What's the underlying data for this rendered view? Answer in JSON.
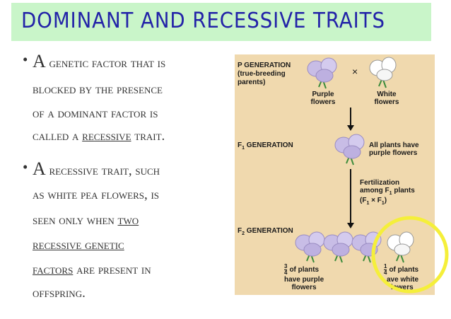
{
  "title": "DOMINANT AND RECESSIVE TRAITS",
  "bullets": [
    {
      "lines": [
        [
          "A genetic factor that is"
        ],
        [
          "blocked by the presence"
        ],
        [
          "of a dominant factor is"
        ],
        [
          "called a ",
          "recessive",
          " trait."
        ]
      ]
    },
    {
      "lines": [
        [
          "A recessive trait, such"
        ],
        [
          "as white pea flowers, is"
        ],
        [
          "seen only when ",
          "two"
        ],
        [
          "recessive genetic"
        ],
        [
          "factors",
          " are present in"
        ],
        [
          "offspring."
        ]
      ]
    }
  ],
  "figure": {
    "p_generation": "P GENERATION",
    "p_sub": "(true-breeding",
    "p_sub2": "parents)",
    "times": "×",
    "purple_flowers_1": "Purple",
    "purple_flowers_2": "flowers",
    "white_flowers_1": "White",
    "white_flowers_2": "flowers",
    "f1_generation_pre": "F",
    "f1_generation_sub": "1",
    "f1_generation_post": " GENERATION",
    "all_plants_1": "All plants have",
    "all_plants_2": "purple flowers",
    "fert_1": "Fertilization",
    "fert_2_pre": "among F",
    "fert_2_sub": "1",
    "fert_2_post": " plants",
    "fert_3": "(F",
    "fert_3_sub": "1",
    "fert_3_mid": " × F",
    "fert_3_sub2": "1",
    "fert_3_end": ")",
    "f2_generation_pre": "F",
    "f2_generation_sub": "2",
    "f2_generation_post": " GENERATION",
    "three_fourths_num": "3",
    "three_fourths_den": "4",
    "purple_result_1": "of plants",
    "purple_result_2": "have purple",
    "purple_result_3": "flowers",
    "one_fourth_num": "1",
    "one_fourth_den": "4",
    "white_result_1": "of plants",
    "white_result_2": "ave white",
    "white_result_3": "lowers",
    "colors": {
      "purple_flower": "#c8bde6",
      "white_flower": "#ffffff",
      "leaf": "#3c8c3c",
      "highlight_circle": "#f5ef3a",
      "panel_bg": "#f0d9ae",
      "title_bg": "#c9f5c9",
      "title_text": "#2323a8"
    }
  }
}
